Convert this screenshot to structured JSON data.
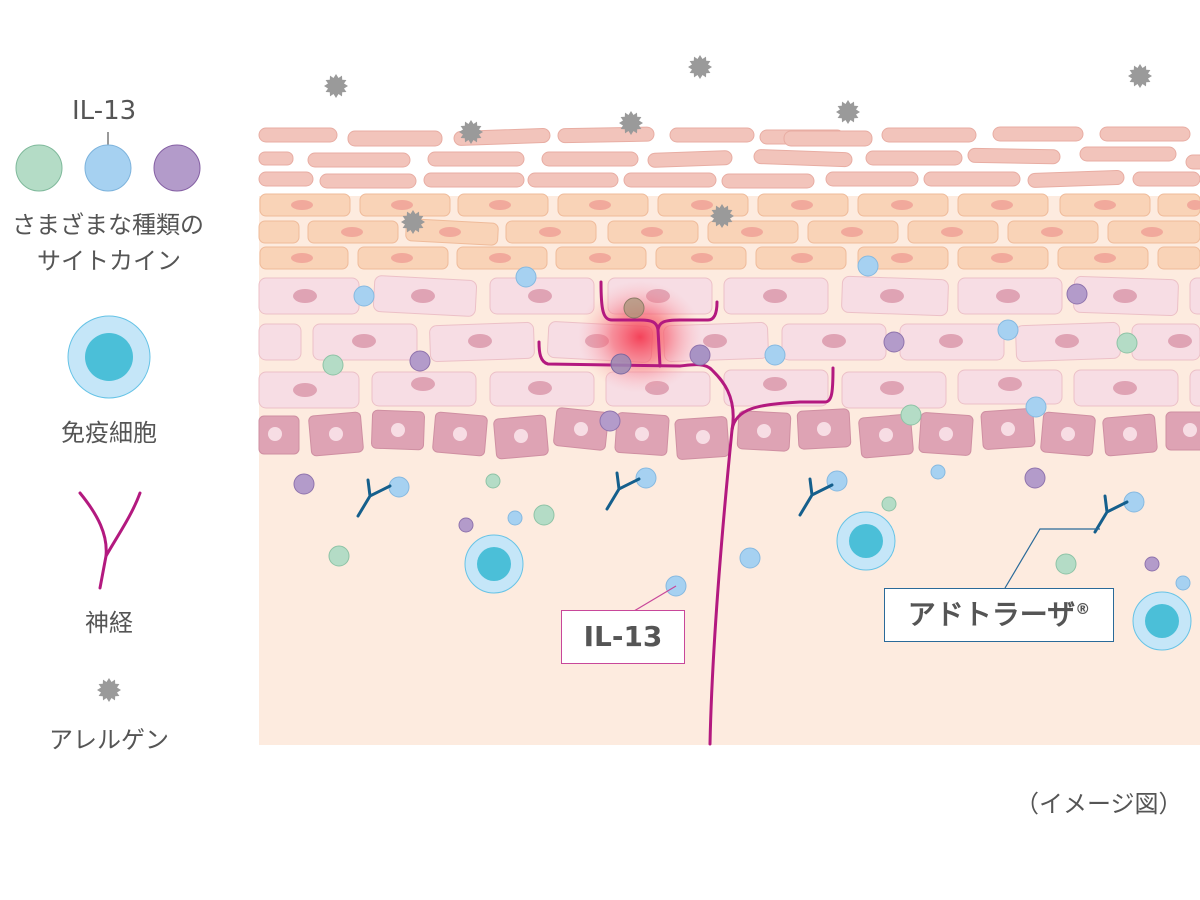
{
  "legend": {
    "cytokine_title": "IL-13",
    "cytokine_label_line1": "さまざまな種類の",
    "cytokine_label_line2": "サイトカイン",
    "immune_cell_label": "免疫細胞",
    "nerve_label": "神経",
    "allergen_label": "アレルゲン",
    "icons": [
      "green-cytokine-icon",
      "blue-il13-icon",
      "purple-cytokine-icon",
      "immune-cell-icon",
      "nerve-icon",
      "allergen-icon"
    ]
  },
  "callouts": {
    "il13": "IL-13",
    "adtralza": "アドトラーザ",
    "adtralza_mark": "®"
  },
  "caption": "（イメージ図）",
  "colors": {
    "skin_background": "#fdebdf",
    "stratum_corneum": "#f2c4bb",
    "granular_cell": "#f9d3b7",
    "granular_nucleus": "#f1a99c",
    "spinous_cell": "#f7dde4",
    "spinous_nucleus": "#dfa3b4",
    "basal_cell": "#dea3b4",
    "basal_nucleus": "#f7dde4",
    "nerve": "#b3197f",
    "antibody": "#155f8c",
    "il13": "#a6d1f1",
    "cytokine_green": "#b4dcc6",
    "cytokine_purple": "#b39bca",
    "immune_outer": "#c5e6f8",
    "immune_inner": "#4bbfd8",
    "allergen": "#9a9a9a",
    "inflammation": "#f43a52"
  }
}
